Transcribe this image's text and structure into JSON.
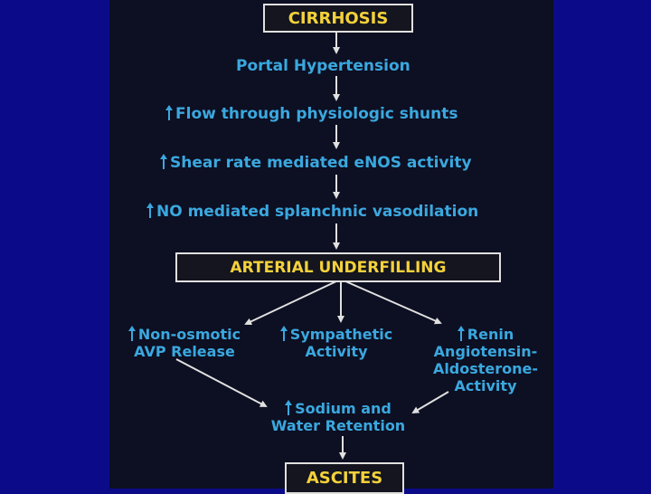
{
  "title": "CIRRHOSIS",
  "steps": [
    {
      "text": "Portal Hypertension",
      "increase": false
    },
    {
      "text": "Flow through physiologic shunts",
      "increase": true
    },
    {
      "text": "Shear rate mediated eNOS activity",
      "increase": true
    },
    {
      "text": "NO mediated splanchnic vasodilation",
      "increase": true
    }
  ],
  "mid_box": "ARTERIAL UNDERFILLING",
  "branches": {
    "avp": [
      "Non-osmotic",
      "AVP Release"
    ],
    "sympathetic": [
      "Sympathetic",
      "Activity"
    ],
    "raas": [
      "Renin",
      "Angiotensin-",
      "Aldosterone-",
      "Activity"
    ]
  },
  "sodium": [
    "Sodium and",
    "Water Retention"
  ],
  "result": "ASCITES",
  "colors": {
    "background": "#0b0b8a",
    "panel": "#0d0f22",
    "box_text": "#f4d13a",
    "step_text": "#3aa8df",
    "arrow": "#e0e0e0"
  },
  "icons": {
    "increase": "up-arrow-icon"
  }
}
